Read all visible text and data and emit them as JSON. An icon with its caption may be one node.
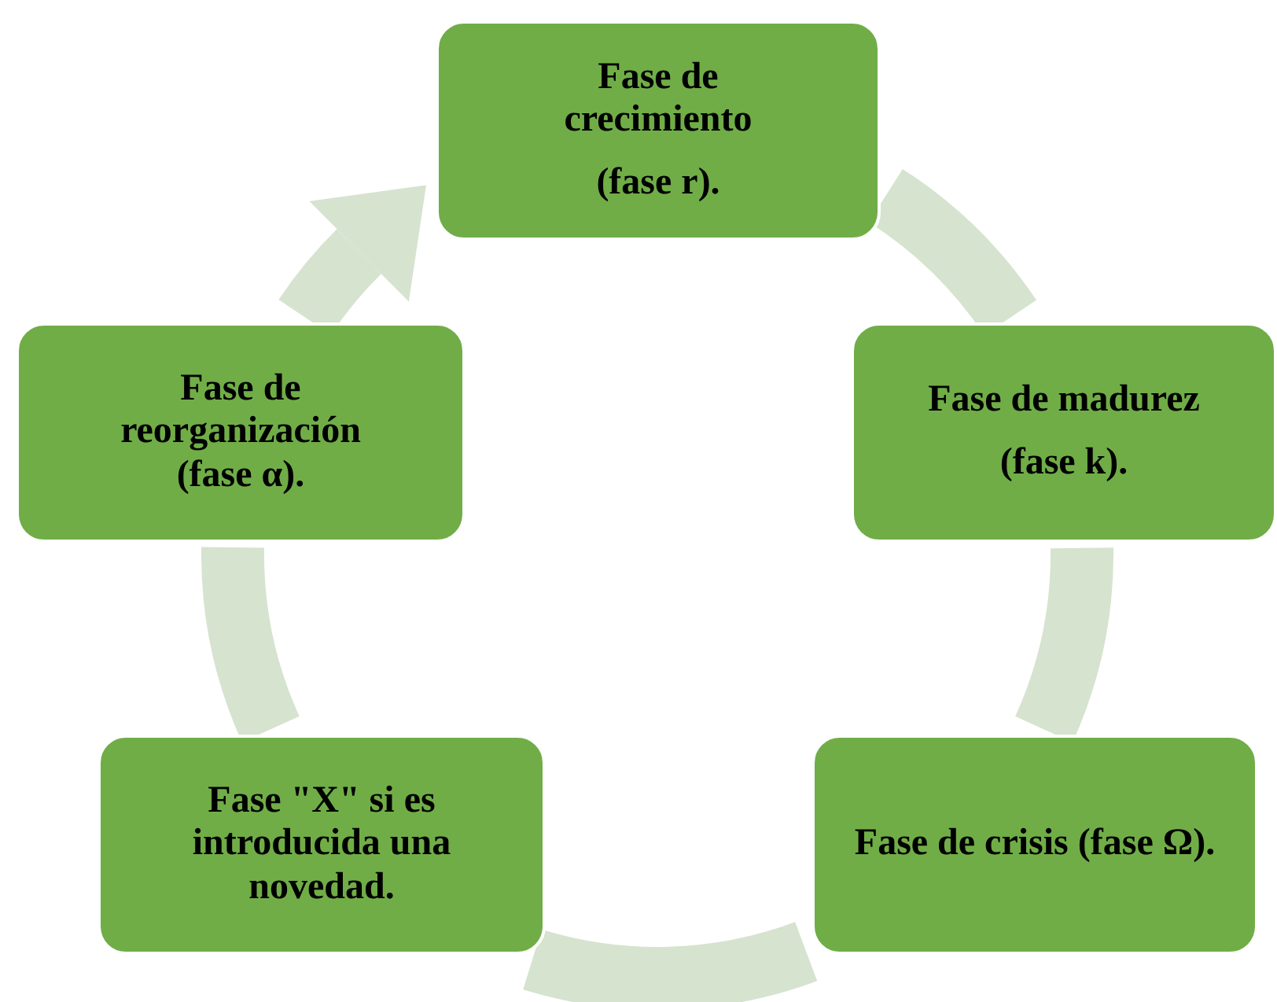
{
  "diagram": {
    "nodes": [
      {
        "text": [
          "Fase de crecimiento",
          "(fase r)."
        ]
      },
      {
        "text": [
          "Fase de madurez",
          "(fase k)."
        ]
      },
      {
        "text": [
          "Fase de crisis (fase Ω)."
        ]
      },
      {
        "text": [
          "Fase \"X\" si es introducida una novedad."
        ]
      },
      {
        "text": [
          "Fase de reorganización (fase α)."
        ]
      }
    ],
    "edges": [
      {
        "from": 0,
        "to": 1,
        "arrow": "none"
      },
      {
        "from": 1,
        "to": 2,
        "arrow": "none"
      },
      {
        "from": 2,
        "to": 3,
        "arrow": "none"
      },
      {
        "from": 3,
        "to": 4,
        "arrow": "none"
      },
      {
        "from": 4,
        "to": 0,
        "arrow": "to"
      }
    ]
  }
}
